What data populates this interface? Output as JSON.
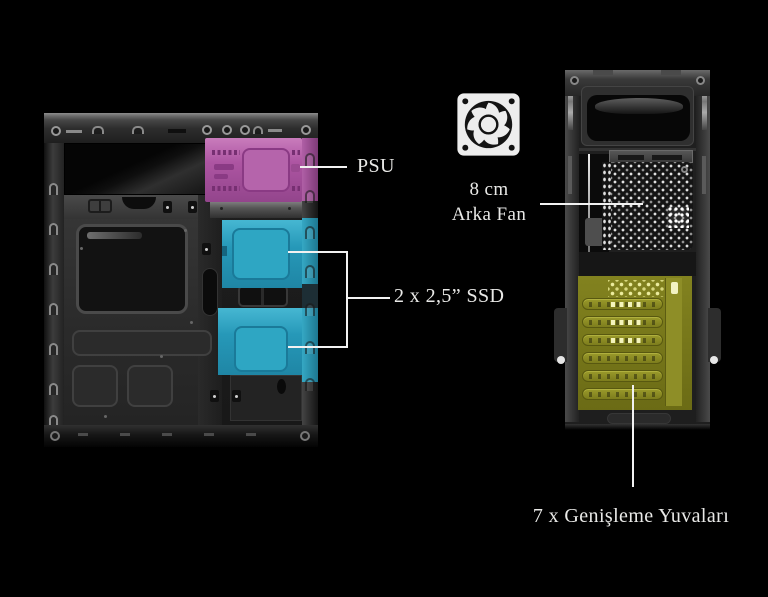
{
  "labels": {
    "psu": "PSU",
    "ssd": "2 x 2,5” SSD",
    "rear_fan_line1": "8 cm",
    "rear_fan_line2": "Arka Fan",
    "expansion_slots": "7 x Genişleme Yuvaları"
  },
  "highlight_colors": {
    "psu": "#ad55a2",
    "ssd": "#2aa4c2",
    "expansion_slots": "#82821f"
  },
  "annotation": {
    "line_color": "#f2f2f2",
    "text_color": "#e9e9e7",
    "background": "#000000"
  },
  "icons": {
    "fan": "fan-icon"
  }
}
